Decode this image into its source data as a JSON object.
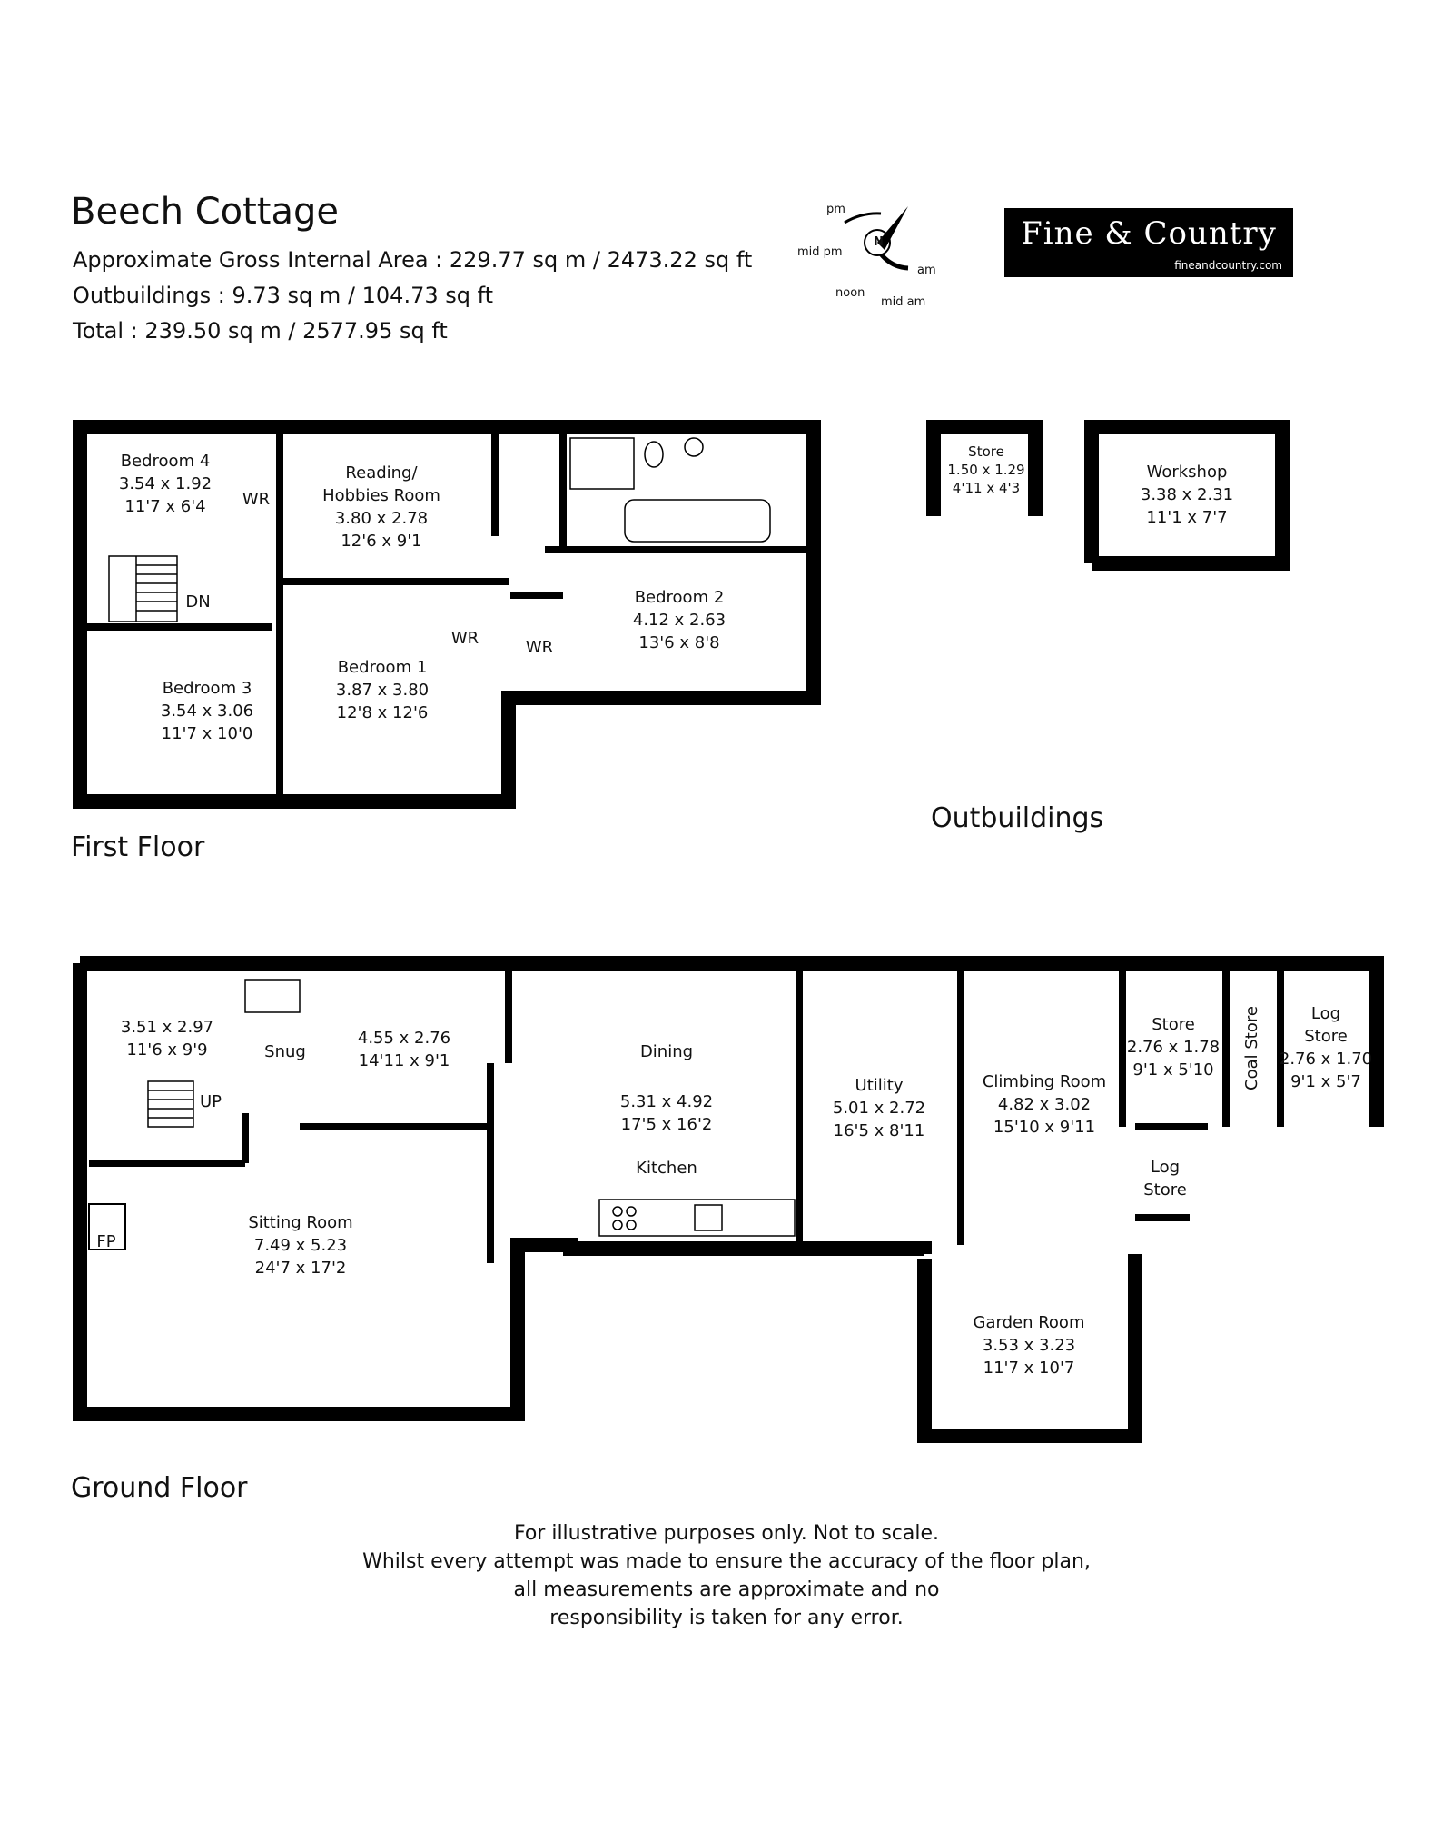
{
  "header": {
    "title": "Beech Cottage",
    "gross_internal": "Approximate Gross Internal Area : 229.77 sq m / 2473.22 sq ft",
    "outbuildings": "Outbuildings : 9.73 sq m / 104.73 sq ft",
    "total": "Total : 239.50 sq m / 2577.95 sq ft"
  },
  "logo": {
    "brand": "Fine & Country",
    "url": "fineandcountry.com"
  },
  "compass": {
    "north": "N",
    "pm": "pm",
    "mid_pm": "mid pm",
    "noon": "noon",
    "mid_am": "mid am",
    "am": "am"
  },
  "floors": {
    "first": "First Floor",
    "ground": "Ground Floor",
    "outbuildings": "Outbuildings"
  },
  "first_floor": {
    "bedroom4": {
      "name": "Bedroom 4",
      "m": "3.54 x 1.92",
      "ft": "11'7 x 6'4"
    },
    "reading": {
      "name1": "Reading/",
      "name2": "Hobbies Room",
      "m": "3.80 x 2.78",
      "ft": "12'6 x 9'1"
    },
    "bedroom2": {
      "name": "Bedroom 2",
      "m": "4.12 x 2.63",
      "ft": "13'6 x 8'8"
    },
    "bedroom3": {
      "name": "Bedroom 3",
      "m": "3.54 x 3.06",
      "ft": "11'7 x 10'0"
    },
    "bedroom1": {
      "name": "Bedroom 1",
      "m": "3.87 x 3.80",
      "ft": "12'8 x 12'6"
    },
    "wr": "WR",
    "dn": "DN"
  },
  "outbuildings": {
    "store": {
      "name": "Store",
      "m": "1.50 x 1.29",
      "ft": "4'11 x 4'3"
    },
    "workshop": {
      "name": "Workshop",
      "m": "3.38 x 2.31",
      "ft": "11'1 x 7'7"
    }
  },
  "ground_floor": {
    "snug": {
      "name": "Snug",
      "m1": "3.51 x 2.97",
      "ft1": "11'6 x 9'9",
      "m2": "4.55 x 2.76",
      "ft2": "14'11 x 9'1"
    },
    "up": "UP",
    "fp": "FP",
    "dining": {
      "name": "Dining",
      "m": "5.31 x 4.92",
      "ft": "17'5 x 16'2",
      "name2": "Kitchen"
    },
    "utility": {
      "name": "Utility",
      "m": "5.01 x 2.72",
      "ft": "16'5 x 8'11"
    },
    "climbing": {
      "name": "Climbing Room",
      "m": "4.82 x 3.02",
      "ft": "15'10 x 9'11"
    },
    "store": {
      "name": "Store",
      "m": "2.76 x 1.78",
      "ft": "9'1 x 5'10"
    },
    "coal": "Coal Store",
    "logstore1": {
      "name1": "Log",
      "name2": "Store",
      "m": "2.76 x 1.70",
      "ft": "9'1 x 5'7"
    },
    "logstore2": {
      "name1": "Log",
      "name2": "Store"
    },
    "sitting": {
      "name": "Sitting Room",
      "m": "7.49 x 5.23",
      "ft": "24'7 x 17'2"
    },
    "garden": {
      "name": "Garden Room",
      "m": "3.53 x 3.23",
      "ft": "11'7 x 10'7"
    }
  },
  "disclaimer": {
    "l1": "For illustrative purposes only. Not to scale.",
    "l2": "Whilst every attempt was made to ensure the accuracy of the floor plan,",
    "l3": "all measurements are approximate and no",
    "l4": "responsibility is taken for any error."
  }
}
